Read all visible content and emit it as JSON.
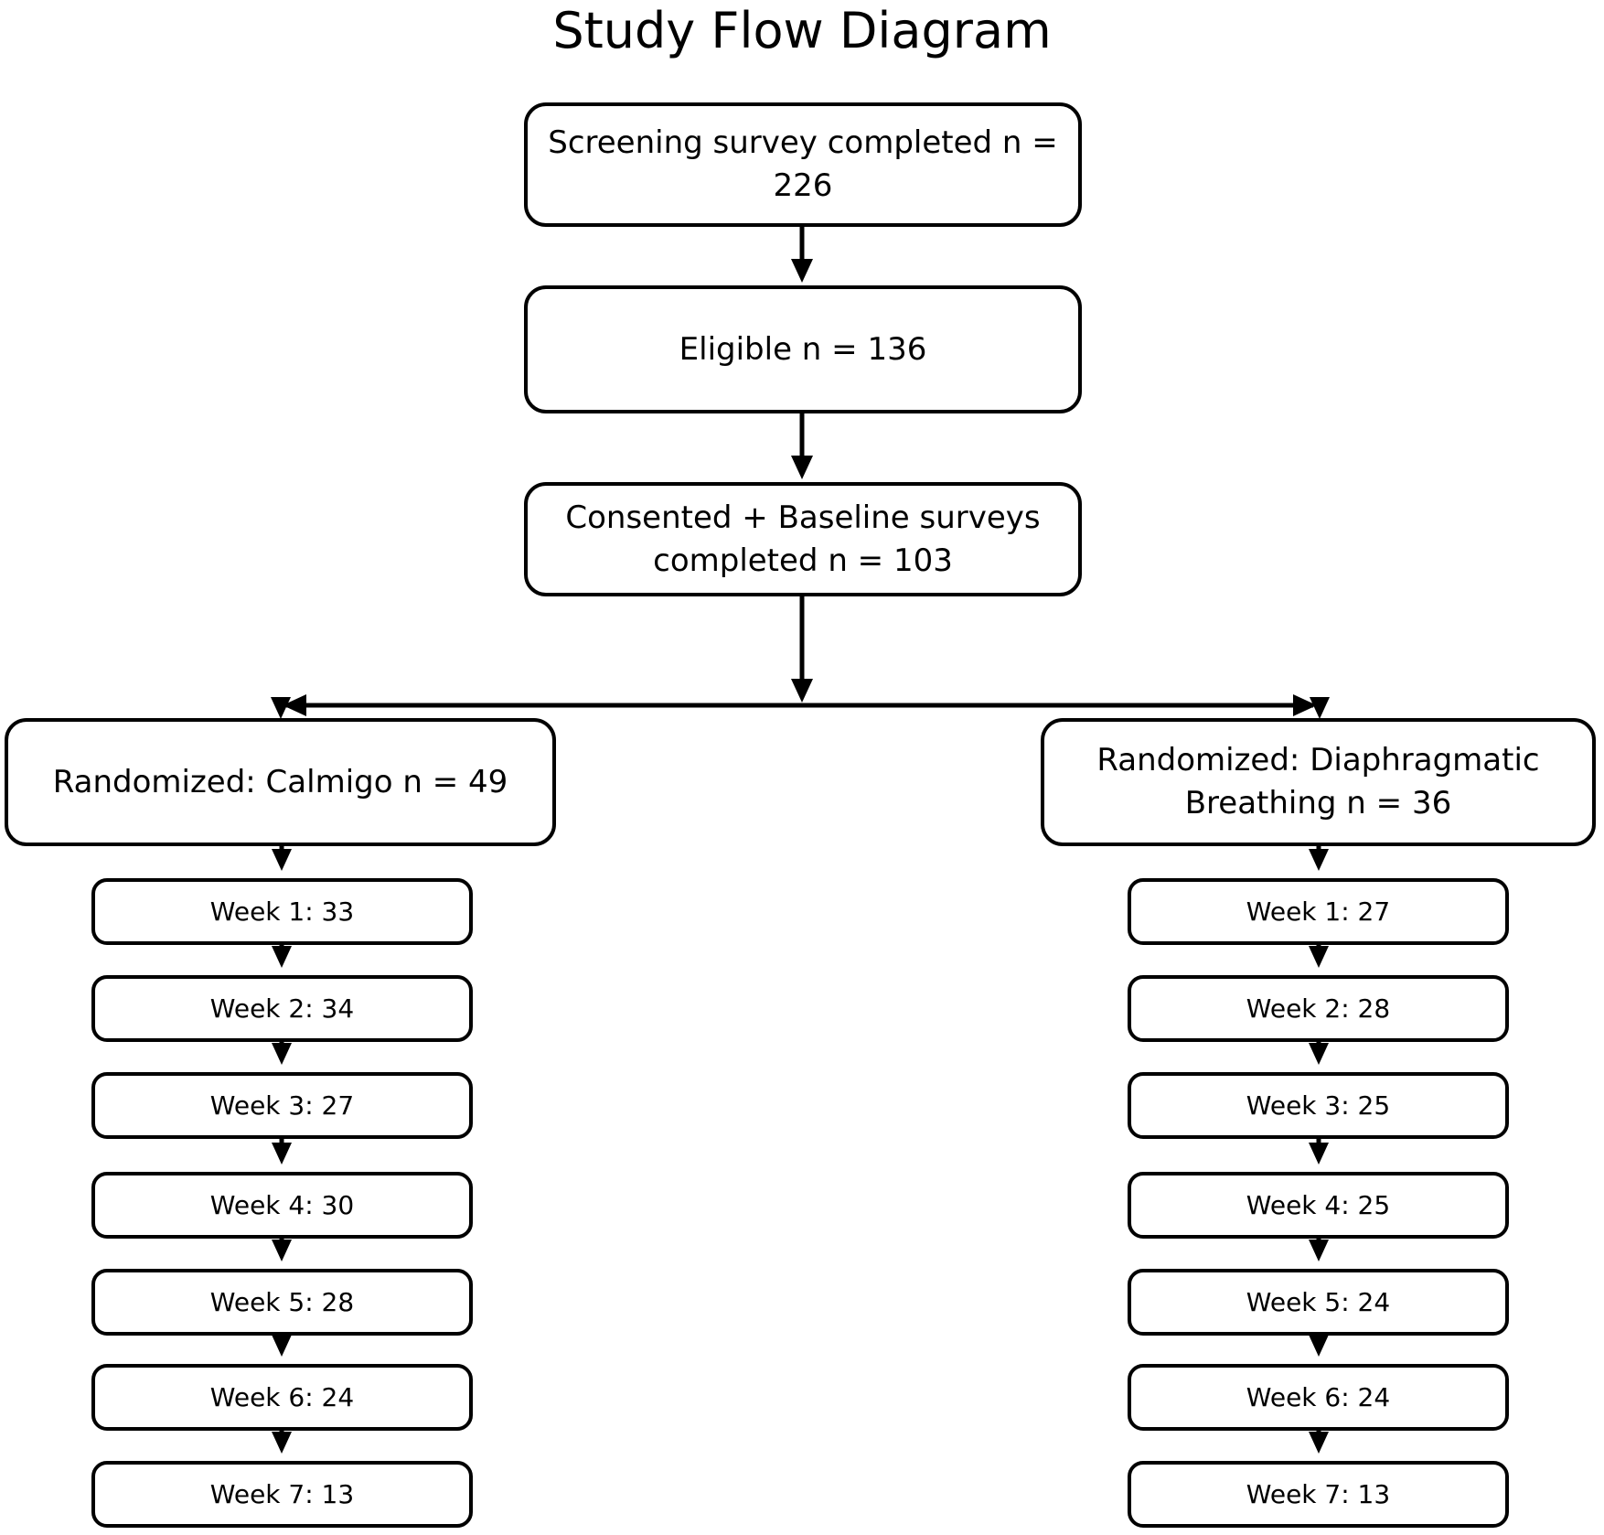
{
  "title": "Study Flow Diagram",
  "flow": {
    "screening": "Screening survey completed n =\n226",
    "eligible": "Eligible n = 136",
    "consented": "Consented + Baseline surveys\ncompleted n = 103"
  },
  "left_branch": {
    "randomized": "Randomized: Calmigo n = 49",
    "weeks": [
      "Week 1: 33",
      "Week 2: 34",
      "Week 3: 27",
      "Week 4: 30",
      "Week 5: 28",
      "Week 6: 24",
      "Week 7: 13"
    ]
  },
  "right_branch": {
    "randomized": "Randomized: Diaphragmatic\nBreathing n = 36",
    "weeks": [
      "Week 1: 27",
      "Week 2: 28",
      "Week 3: 25",
      "Week 4: 25",
      "Week 5: 24",
      "Week 6: 24",
      "Week 7: 13"
    ]
  },
  "counts": {
    "screened": 226,
    "eligible": 136,
    "consented": 103,
    "randomized_calmigo": 49,
    "randomized_breathing": 36
  },
  "colors": {
    "stroke": "#000000",
    "background": "#ffffff"
  }
}
